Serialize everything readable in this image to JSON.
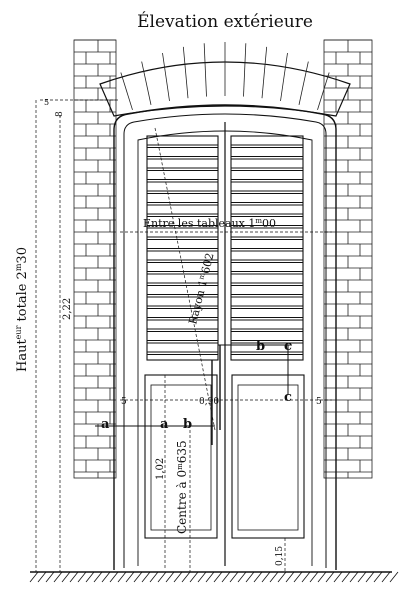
{
  "title": "Élevation extérieure",
  "dimensions": {
    "total_height": "Haut",
    "total_height_sup": "eur",
    "total_height_rest": " totale 2",
    "total_height_unit": "m",
    "total_height_value": "30",
    "inner_height": "2,22",
    "arch_rise": "8",
    "between_tableaux_text": "Entre les tableaux 1",
    "between_tableaux_unit": "m",
    "between_tableaux_value": "00",
    "radius_text": "Rayon 1",
    "radius_unit": "m",
    "radius_value": "602",
    "panel_height": "1,02",
    "center_text": "Centre à 0",
    "center_unit": "m",
    "center_value": "635",
    "sill_height": "0,15",
    "left_offset": "5",
    "right_offset": "5",
    "middle_gap": "0,90",
    "small_label": "5"
  },
  "points": {
    "a1": "a",
    "a2": "a",
    "b1": "b",
    "b2": "b",
    "c1": "c",
    "c2": "c"
  }
}
